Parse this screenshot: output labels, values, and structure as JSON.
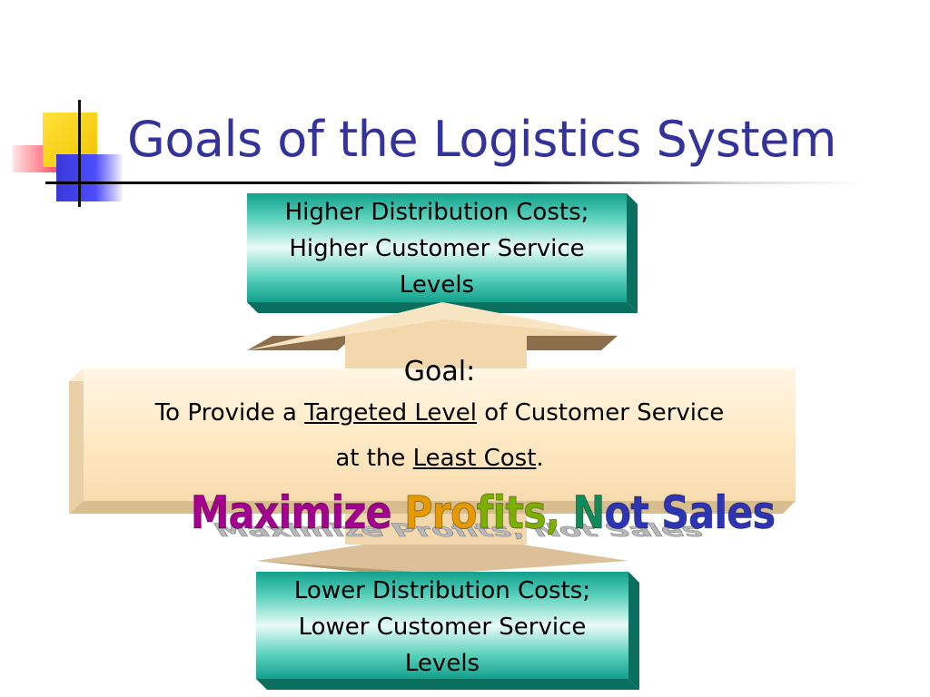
{
  "slide": {
    "title": "Goals of the Logistics System"
  },
  "top_box": {
    "lines": [
      "Higher Distribution Costs;",
      "Higher Customer Service",
      "Levels"
    ]
  },
  "goal": {
    "heading": "Goal:",
    "line1_prefix": "To Provide a ",
    "line1_underlined": "Targeted Level",
    "line1_suffix": " of Customer Service",
    "line2_prefix": "at the ",
    "line2_underlined": "Least Cost",
    "line2_suffix": "."
  },
  "bottom_box": {
    "lines": [
      "Lower Distribution Costs;",
      "Lower Customer Service",
      "Levels"
    ]
  },
  "slogan": {
    "part1": "Maximize",
    "part2a": "Pro",
    "part2b": "fits,",
    "part3a": "N",
    "part3b": "ot",
    "part4": "Sales",
    "shadow_text": "Maximize Profits, Not Sales"
  },
  "colors": {
    "title": "#333399",
    "teal": "#12a08c",
    "goal_fill": "#ffe9c4",
    "arrow_fill": "#f3d8ad",
    "slogan_magenta": "#a3008f",
    "slogan_orange": "#e49a00",
    "slogan_yellow_green": "#7cb000",
    "slogan_green": "#0f8a58",
    "slogan_blue": "#2d35b5"
  }
}
